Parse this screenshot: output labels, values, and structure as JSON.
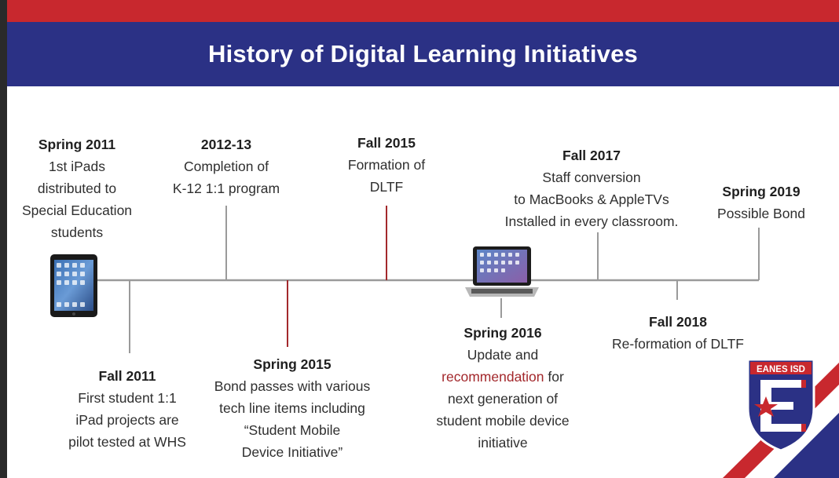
{
  "header": {
    "title": "History of Digital Learning Initiatives"
  },
  "events": [
    {
      "key": "spring-2011",
      "heading": "Spring 2011",
      "text": "1st iPads\ndistributed to\nSpecial Education\nstudents"
    },
    {
      "key": "fall-2011",
      "heading": "Fall 2011",
      "text": "First student 1:1\niPad projects are\npilot tested at WHS"
    },
    {
      "key": "2012-13",
      "heading": "2012-13",
      "text": "Completion of\nK-12 1:1 program"
    },
    {
      "key": "spring-2015",
      "heading": "Spring 2015",
      "text": "Bond passes with various\ntech line items including\n“Student Mobile\nDevice Initiative”"
    },
    {
      "key": "fall-2015",
      "heading": "Fall 2015",
      "text": "Formation of\nDLTF"
    },
    {
      "key": "spring-2016",
      "heading": "Spring 2016",
      "text_before": "Update and",
      "text_red": "recommendation",
      "text_after": " for\nnext generation of\nstudent mobile device\ninitiative"
    },
    {
      "key": "fall-2017",
      "heading": "Fall 2017",
      "text": "Staff conversion\nto MacBooks & AppleTVs\nInstalled in every classroom."
    },
    {
      "key": "fall-2018",
      "heading": "Fall 2018",
      "text": "Re-formation of DLTF"
    },
    {
      "key": "spring-2019",
      "heading": "Spring 2019",
      "text": "Possible Bond"
    }
  ],
  "logo": {
    "text": "EANES ISD",
    "letter": "E"
  },
  "colors": {
    "navy": "#2b3185",
    "red": "#c8282e",
    "timeline_gray": "#9a9a9a",
    "tick_red": "#a3282c"
  },
  "icons": [
    "ipad-icon",
    "macbook-icon",
    "eanes-isd-logo"
  ]
}
